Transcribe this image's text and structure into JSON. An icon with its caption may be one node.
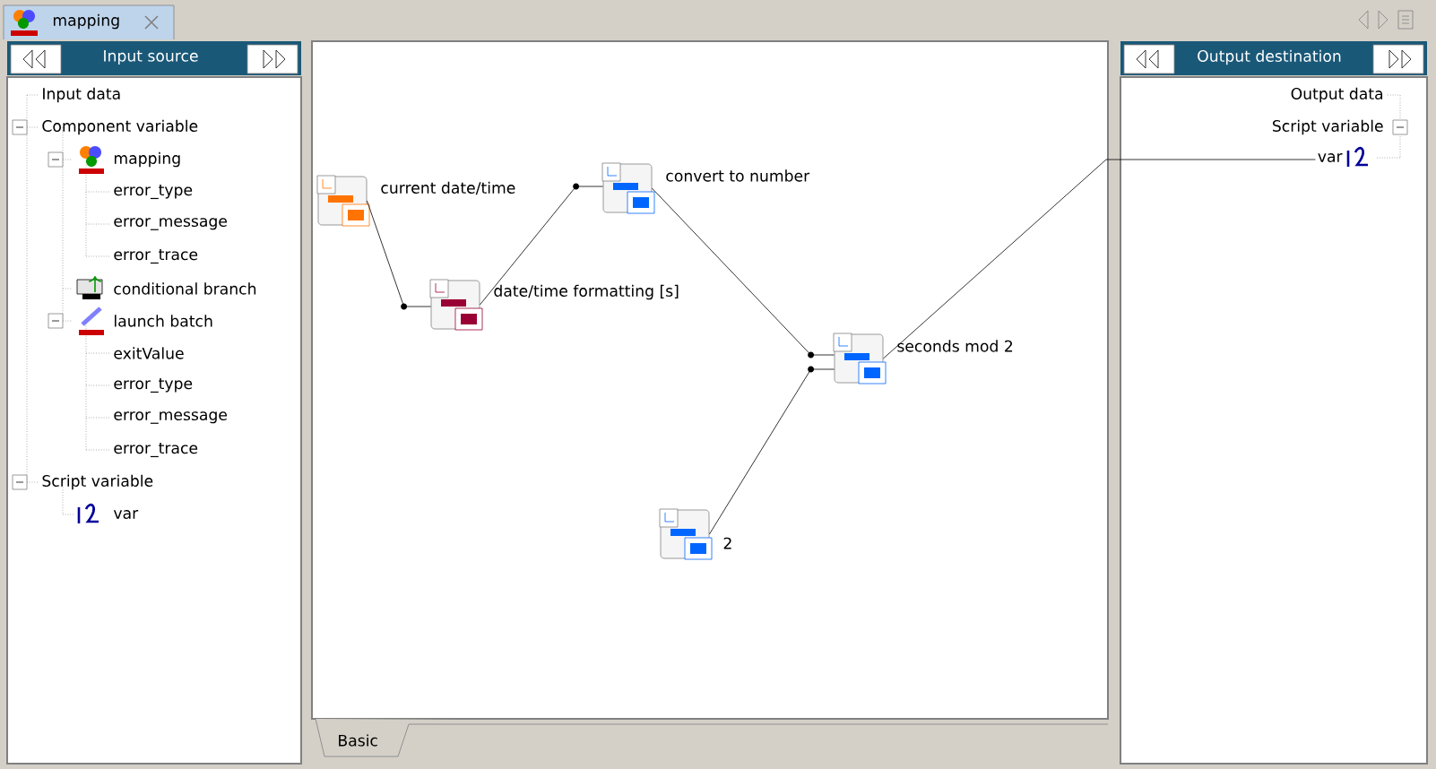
{
  "diagram": {
    "nodes": [
      {
        "text": [
          "current date/time"
        ]
      },
      {
        "text": [
          "date/time formatting [s]"
        ]
      },
      {
        "text": [
          "convert to number"
        ]
      },
      {
        "text": [
          "seconds mod 2"
        ]
      },
      {
        "text": [
          "2"
        ]
      },
      {
        "text": [
          "var"
        ]
      }
    ],
    "edges": [
      {
        "from": 0,
        "to": 1,
        "arrow": "none"
      },
      {
        "from": 1,
        "to": 2,
        "arrow": "none"
      },
      {
        "from": 2,
        "to": 3,
        "arrow": "none"
      },
      {
        "from": 4,
        "to": 3,
        "arrow": "none"
      },
      {
        "from": 3,
        "to": 5,
        "arrow": "none"
      }
    ],
    "labels": [
      "mapping",
      "Input source",
      "Output destination",
      "Input data",
      "Component variable",
      "mapping",
      "error_type",
      "error_message",
      "error_trace",
      "conditional branch",
      "launch batch",
      "exitValue",
      "error_type",
      "error_message",
      "error_trace",
      "Script variable",
      "var",
      "Output data",
      "Script variable",
      "Basic"
    ]
  }
}
